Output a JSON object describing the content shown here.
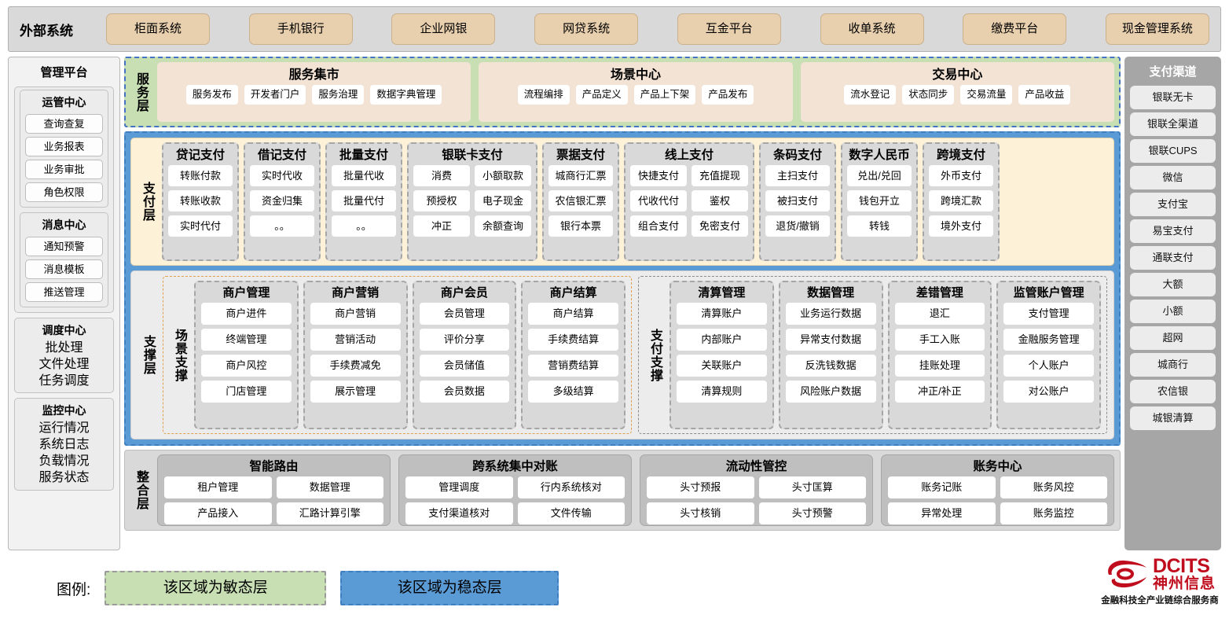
{
  "external": {
    "title": "外部系统",
    "items": [
      "柜面系统",
      "手机银行",
      "企业网银",
      "网贷系统",
      "互金平台",
      "收单系统",
      "缴费平台",
      "现金管理系统"
    ]
  },
  "management": {
    "title": "管理平台",
    "groups": [
      {
        "title": "运管中心",
        "items": [
          "查询查复",
          "业务报表",
          "业务审批",
          "角色权限"
        ]
      },
      {
        "title": "消息中心",
        "items": [
          "通知预警",
          "消息模板",
          "推送管理"
        ]
      }
    ],
    "standalone": [
      {
        "title": "调度中心",
        "items": [
          "批处理",
          "文件处理",
          "任务调度"
        ]
      },
      {
        "title": "监控中心",
        "items": [
          "运行情况",
          "系统日志",
          "负载情况",
          "服务状态"
        ]
      }
    ]
  },
  "channels": {
    "title": "支付渠道",
    "items": [
      "银联无卡",
      "银联全渠道",
      "银联CUPS",
      "微信",
      "支付宝",
      "易宝支付",
      "通联支付",
      "大额",
      "小额",
      "超网",
      "城商行",
      "农信银",
      "城银清算"
    ]
  },
  "service_layer": {
    "label": "服务层",
    "panels": [
      {
        "title": "服务集市",
        "items": [
          "服务发布",
          "开发者门户",
          "服务治理",
          "数据字典管理"
        ]
      },
      {
        "title": "场景中心",
        "items": [
          "流程编排",
          "产品定义",
          "产品上下架",
          "产品发布"
        ]
      },
      {
        "title": "交易中心",
        "items": [
          "流水登记",
          "状态同步",
          "交易流量",
          "产品收益"
        ]
      }
    ]
  },
  "payment_layer": {
    "label": "支付层",
    "groups": [
      {
        "title": "贷记支付",
        "cols": 1,
        "items": [
          "转账付款",
          "转账收款",
          "实时代付"
        ]
      },
      {
        "title": "借记支付",
        "cols": 1,
        "items": [
          "实时代收",
          "资金归集",
          "。。"
        ]
      },
      {
        "title": "批量支付",
        "cols": 1,
        "items": [
          "批量代收",
          "批量代付",
          "。。"
        ]
      },
      {
        "title": "银联卡支付",
        "cols": 2,
        "items": [
          "消费",
          "小额取款",
          "预授权",
          "电子现金",
          "冲正",
          "余额查询"
        ]
      },
      {
        "title": "票据支付",
        "cols": 1,
        "items": [
          "城商行汇票",
          "农信银汇票",
          "银行本票"
        ]
      },
      {
        "title": "线上支付",
        "cols": 2,
        "items": [
          "快捷支付",
          "充值提现",
          "代收代付",
          "鉴权",
          "组合支付",
          "免密支付"
        ]
      },
      {
        "title": "条码支付",
        "cols": 1,
        "items": [
          "主扫支付",
          "被扫支付",
          "退货/撤销"
        ]
      },
      {
        "title": "数字人民币",
        "cols": 1,
        "items": [
          "兑出/兑回",
          "钱包开立",
          "转钱"
        ]
      },
      {
        "title": "跨境支付",
        "cols": 1,
        "items": [
          "外币支付",
          "跨境汇款",
          "境外支付"
        ]
      }
    ]
  },
  "support_layer": {
    "label": "支撑层",
    "boxes": [
      {
        "label": "场景支撑",
        "groups": [
          {
            "title": "商户管理",
            "items": [
              "商户进件",
              "终端管理",
              "商户风控",
              "门店管理"
            ]
          },
          {
            "title": "商户营销",
            "items": [
              "商户营销",
              "营销活动",
              "手续费减免",
              "展示管理"
            ]
          },
          {
            "title": "商户会员",
            "items": [
              "会员管理",
              "评价分享",
              "会员储值",
              "会员数据"
            ]
          },
          {
            "title": "商户结算",
            "items": [
              "商户结算",
              "手续费结算",
              "营销费结算",
              "多级结算"
            ]
          }
        ]
      },
      {
        "label": "支付支撑",
        "groups": [
          {
            "title": "清算管理",
            "items": [
              "清算账户",
              "内部账户",
              "关联账户",
              "清算规则"
            ]
          },
          {
            "title": "数据管理",
            "items": [
              "业务运行数据",
              "异常支付数据",
              "反洗钱数据",
              "风险账户数据"
            ]
          },
          {
            "title": "差错管理",
            "items": [
              "退汇",
              "手工入账",
              "挂账处理",
              "冲正/补正"
            ]
          },
          {
            "title": "监管账户管理",
            "items": [
              "支付管理",
              "金融服务管理",
              "个人账户",
              "对公账户"
            ]
          }
        ]
      }
    ]
  },
  "integration_layer": {
    "label": "整合层",
    "groups": [
      {
        "title": "智能路由",
        "rows": [
          [
            "租户管理",
            "数据管理"
          ],
          [
            "产品接入",
            "汇路计算引擎"
          ]
        ]
      },
      {
        "title": "跨系统集中对账",
        "rows": [
          [
            "管理调度",
            "行内系统核对"
          ],
          [
            "支付渠道核对",
            "文件传输"
          ]
        ]
      },
      {
        "title": "流动性管控",
        "rows": [
          [
            "头寸预报",
            "头寸匡算"
          ],
          [
            "头寸核销",
            "头寸预警"
          ]
        ]
      },
      {
        "title": "账务中心",
        "rows": [
          [
            "账务记账",
            "账务风控"
          ],
          [
            "异常处理",
            "账务监控"
          ]
        ]
      }
    ]
  },
  "legend": {
    "label": "图例:",
    "agile": "该区域为敏态层",
    "stable": "该区域为稳态层"
  },
  "logo": {
    "en": "DCITS",
    "cn": "神州信息",
    "tagline": "金融科技全产业链综合服务商"
  },
  "colors": {
    "agile_green": "#c8dfb4",
    "stable_blue": "#5b9bd5",
    "external_tan": "#e8cfae",
    "payment_cream": "#fdf2d8",
    "brand_red": "#c00d1e"
  }
}
